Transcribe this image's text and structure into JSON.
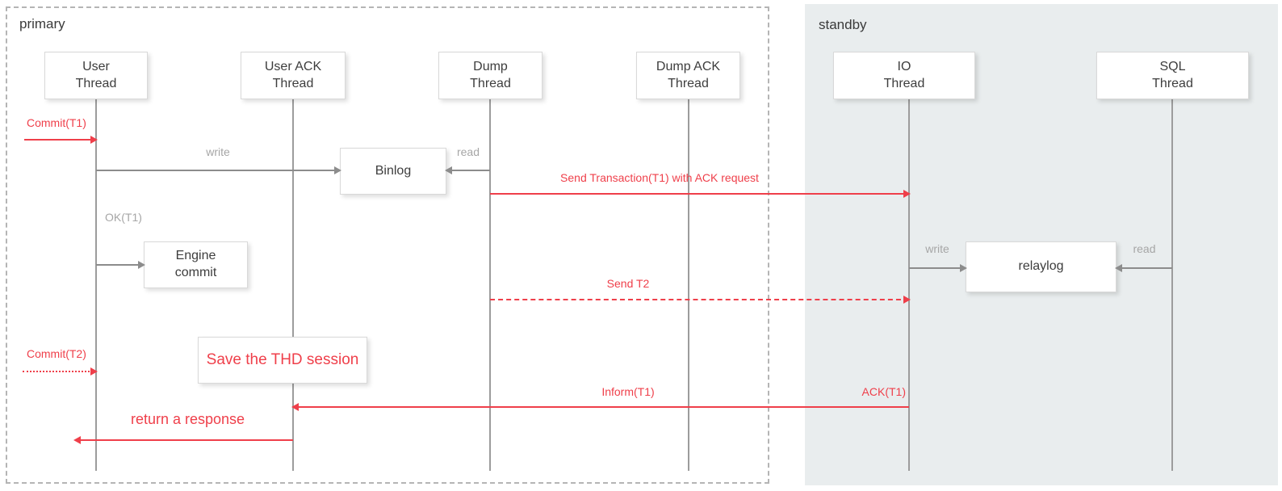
{
  "regions": {
    "primary": "primary",
    "standby": "standby"
  },
  "threads": [
    {
      "id": "user-thread",
      "line1": "User",
      "line2": "Thread"
    },
    {
      "id": "user-ack-thread",
      "line1": "User ACK",
      "line2": "Thread"
    },
    {
      "id": "dump-thread",
      "line1": "Dump",
      "line2": "Thread"
    },
    {
      "id": "dump-ack-thread",
      "line1": "Dump ACK",
      "line2": "Thread"
    },
    {
      "id": "io-thread",
      "line1": "IO",
      "line2": "Thread"
    },
    {
      "id": "sql-thread",
      "line1": "SQL",
      "line2": "Thread"
    }
  ],
  "artifacts": {
    "binlog": "Binlog",
    "engine_line1": "Engine",
    "engine_line2": "commit",
    "relaylog": "relaylog",
    "save_thd": "Save the THD session"
  },
  "messages": {
    "commit_t1": "Commit(T1)",
    "write_binlog": "write",
    "read_binlog": "read",
    "send_tx": "Send Transaction(T1) with ACK request",
    "ok_t1": "OK(T1)",
    "write_relay": "write",
    "read_relay": "read",
    "send_t2": "Send T2",
    "commit_t2": "Commit(T2)",
    "inform_t1": "Inform(T1)",
    "ack_t1": "ACK(T1)",
    "return_response": "return a response"
  },
  "colors": {
    "accent_red": "#ef3f4a",
    "line_gray": "#8c8c8c",
    "label_gray": "#a6a6a6",
    "standby_bg": "#e9edee",
    "text_dark": "#3d3d3d"
  }
}
